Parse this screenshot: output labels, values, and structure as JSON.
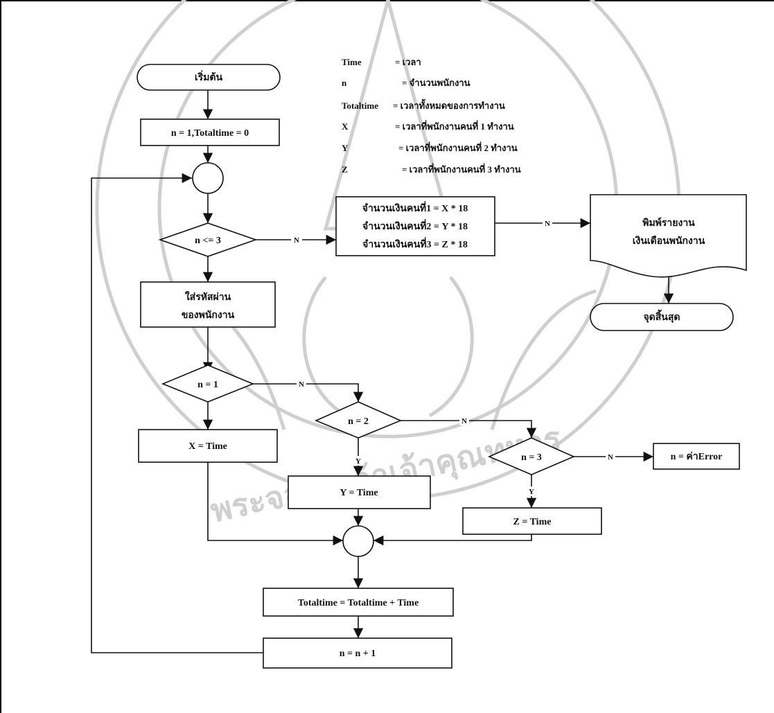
{
  "watermark": {
    "text": "พระจอมเกล้าเจ้าคุณทหาร"
  },
  "legend": [
    {
      "key": "Time",
      "desc": "= เวลา"
    },
    {
      "key": "n",
      "desc": "= จำนวนพนักงาน"
    },
    {
      "key": "Totaltime",
      "desc": "= เวลาทั้งหมดของการทำงาน"
    },
    {
      "key": "X",
      "desc": "= เวลาที่พนักงานคนที่ 1 ทำงาน"
    },
    {
      "key": "Y",
      "desc": "= เวลาที่พนักงานคนที่ 2 ทำงาน"
    },
    {
      "key": "Z",
      "desc": "= เวลาที่พนักงานคนที่ 3 ทำงาน"
    }
  ],
  "nodes": {
    "start": "เริ่มต้น",
    "init": "n = 1,Totaltime = 0",
    "cond_loop": "n <= 3",
    "input_code": [
      "ใส่รหัสผ่าน",
      "ของพนักงาน"
    ],
    "cond_n1": "n = 1",
    "cond_n2": "n = 2",
    "cond_n3": "n = 3",
    "set_x": "X = Time",
    "set_y": "Y = Time",
    "set_z": "Z = Time",
    "error": "n = ค่าError",
    "calc": [
      "จำนวนเงินคนที่1 = X * 18",
      "จำนวนเงินคนที่2 = Y * 18",
      "จำนวนเงินคนที่3 = Z * 18"
    ],
    "report": [
      "พิมพ์รายงาน",
      "เงินเดือนพนักงาน"
    ],
    "end": "จุดสิ้นสุด",
    "total": "Totaltime = Totaltime + Time",
    "increment": "n = n + 1"
  },
  "edge_labels": {
    "no": "N",
    "yes": "Y"
  }
}
